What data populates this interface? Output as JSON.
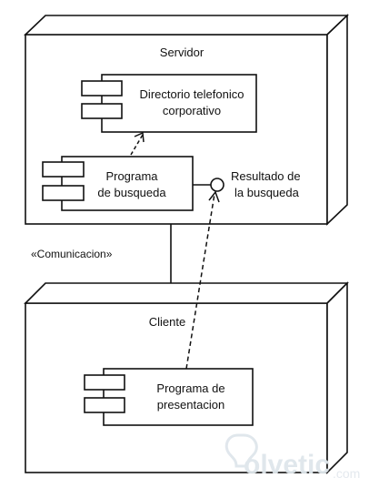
{
  "nodes": {
    "server": {
      "label": "Servidor",
      "components": {
        "directory": {
          "line1": "Directorio telefonico",
          "line2": "corporativo"
        },
        "search": {
          "line1": "Programa",
          "line2": "de busqueda"
        }
      },
      "interface": {
        "line1": "Resultado de",
        "line2": "la busqueda"
      }
    },
    "client": {
      "label": "Cliente",
      "components": {
        "presentation": {
          "line1": "Programa de",
          "line2": "presentacion"
        }
      }
    }
  },
  "link": {
    "stereotype": "«Comunicacion»"
  },
  "watermark": {
    "text": "olvetic",
    "suffix": ".com"
  },
  "colors": {
    "stroke": "#111111",
    "background": "#ffffff",
    "watermark": "#dfe6ec"
  }
}
